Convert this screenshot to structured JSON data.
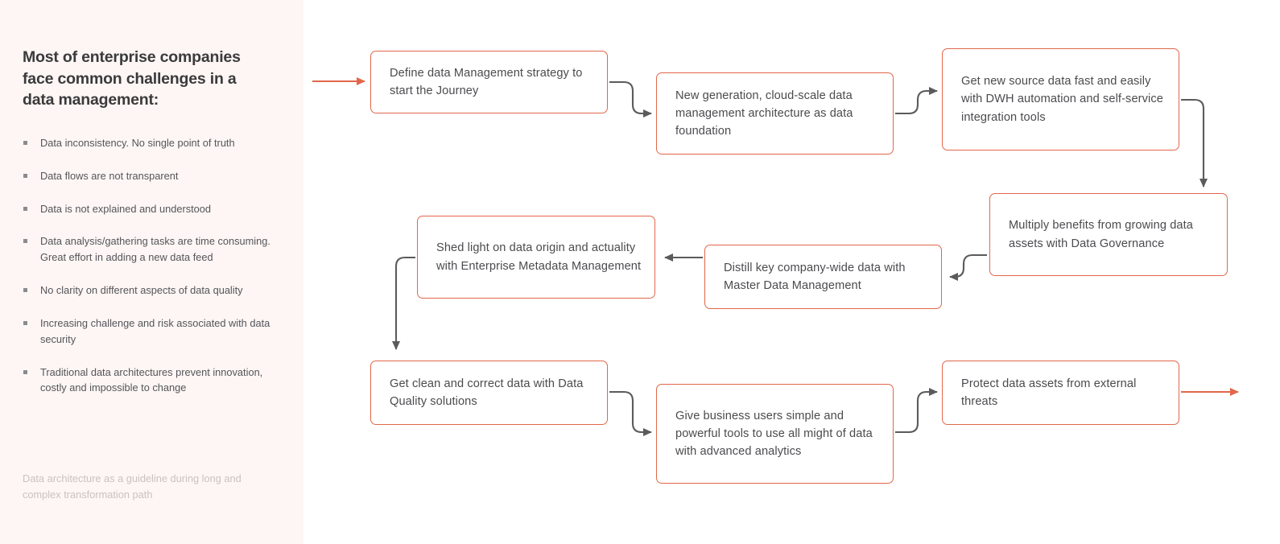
{
  "sidebar": {
    "title": "Most of enterprise companies face common challenges in a data management:",
    "challenges": [
      "Data inconsistency. No single point of truth",
      "Data flows are not transparent",
      "Data is not explained and understood",
      "Data analysis/gathering tasks are time consuming. Great effort in adding a new data feed",
      "No clarity on different aspects of data quality",
      "Increasing challenge and risk associated with data security",
      "Traditional data architectures prevent innovation, costly and impossible to change"
    ],
    "footer": "Data architecture as a guideline during long and complex transformation path"
  },
  "flow": {
    "nodes": [
      {
        "id": "define-strategy",
        "label": "Define data Management strategy to start the Journey"
      },
      {
        "id": "new-generation",
        "label": "New generation, cloud-scale data management architecture as data foundation"
      },
      {
        "id": "dwh-automation",
        "label": "Get new source data fast and easily with DWH automation and self-service integration tools"
      },
      {
        "id": "data-governance",
        "label": "Multiply benefits from growing data assets with Data Governance"
      },
      {
        "id": "master-data",
        "label": "Distill key company-wide data with Master Data Management"
      },
      {
        "id": "metadata-management",
        "label": "Shed light on data origin and actuality with Enterprise Metadata Management"
      },
      {
        "id": "data-quality",
        "label": "Get clean and correct data with Data Quality solutions"
      },
      {
        "id": "advanced-analytics",
        "label": "Give business users simple and powerful tools to use all might of data with advanced analytics"
      },
      {
        "id": "data-security",
        "label": "Protect data assets from external threats"
      }
    ]
  },
  "colors": {
    "accent": "#e2674a",
    "connector": "#5b5b5d",
    "sidebar_bg": "#fdf6f4",
    "title_text": "#3a3a3c",
    "body_text": "#55555a",
    "muted_text": "#c9c2c0"
  }
}
